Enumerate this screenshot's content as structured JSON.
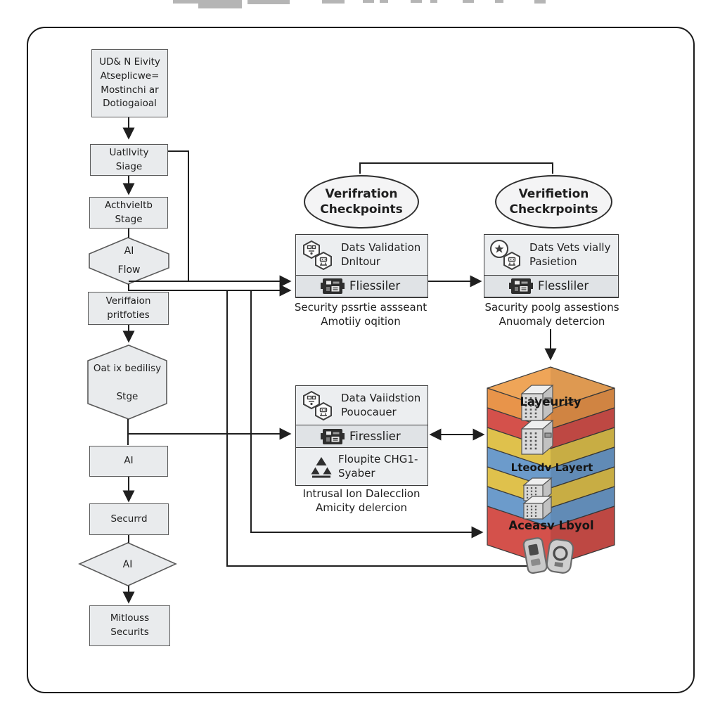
{
  "flowchart": {
    "monitor_label": "UD& N Eivity\nAtseplicwe=\nMostinchi ar\nDotiogaioal",
    "activity_stage_label": "Uatllvity\nSiage",
    "acthvieltb_stage_label": "Acthvieltb\nStage",
    "ai_flow_label": "AI\nFlow",
    "verification_priorities_label": "Veriffaion\npritfoties",
    "data_stage_label": "Oat ix bedilisy\n\nStge",
    "ai_label": "AI",
    "secured_label": "Securrd",
    "ai_decision_label": "AI",
    "mitigation_label": "Mitlouss\nSecurits"
  },
  "checkpoints": {
    "left_label": "Verifration\nCheckpoints",
    "right_label": "Verifietion\nCheckrpoints"
  },
  "validation_boxes": {
    "box1": {
      "row1": "Dats Validation\nDnltour",
      "row2": "Fliessiler",
      "caption": "Security pssrtie assseant\nAmotiiy oqition"
    },
    "box2": {
      "row1": "Dats Vets vially\nPasietion",
      "row2": "Flessliler",
      "caption": "Sacurity poolg assestions\nAnuomaly detercion"
    },
    "box3": {
      "row1": "Data Vaiidstion\nPouocauer",
      "row2": "Firesslier",
      "row3": "Floupite CHG1-\nSyaber",
      "caption": "Intrusal Ion Dalecclion\nAmicity delercion"
    }
  },
  "stack": {
    "top_label": "Layeurity",
    "middle_label": "Lteodv Layert",
    "bottom_label": "Aceasv Lbyol",
    "colors": {
      "orange_top": "#EFA558",
      "orange": "#E8944A",
      "red": "#D4514B",
      "yellow": "#DFC14C",
      "blue": "#6C9BCB"
    }
  },
  "icons": {
    "box_row1_left": "hexagon-molecule-icon",
    "box_row1_right": "hexagon-flask-icon",
    "box2_row1_left": "circle-star-icon",
    "box_row2": "firewall-chip-icon",
    "box3_row3": "triangle-cluster-icon",
    "stack_servers": "server-stack-icon",
    "stack_bottom_left": "lock-book-icon",
    "stack_bottom_right": "shield-disc-icon"
  },
  "line_color": "#1f1f1f"
}
